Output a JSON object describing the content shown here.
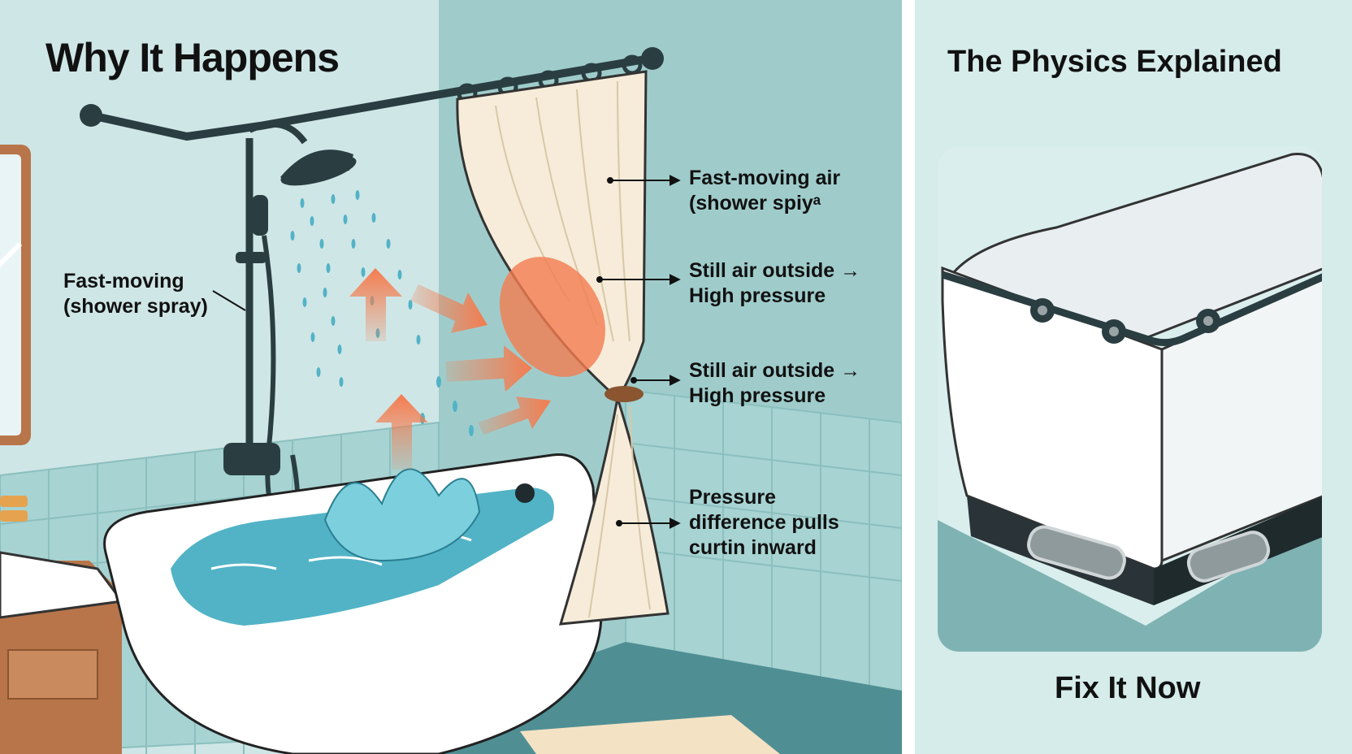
{
  "left_panel": {
    "title": "Why It Happens",
    "labels": {
      "spray_left": "Fast-moving\n(shower spray)",
      "fast_air": "Fast-moving air\n(shower spiyᵃ",
      "still_air_1": "Still air outside →\nHigh pressure",
      "still_air_2": "Still air outside →\nHigh pressure",
      "pressure_diff": "Pressure\ndifference pulls\ncurtin inward"
    }
  },
  "right_panel": {
    "title": "The Physics Explained",
    "footer": "Fix It Now"
  },
  "colors": {
    "wall": "#cfe6e6",
    "wall_dark": "#9fcccb",
    "tile": "#a7d3d2",
    "floor": "#4f8f94",
    "pipe": "#2a3e42",
    "curtain": "#f6ecd9",
    "water": "#52b3c6",
    "arrow": "#f47c4f",
    "tub": "#ffffff"
  },
  "icons": [
    "shower-head-icon",
    "shower-rod-icon",
    "arrow-icon",
    "bathtub-icon"
  ]
}
